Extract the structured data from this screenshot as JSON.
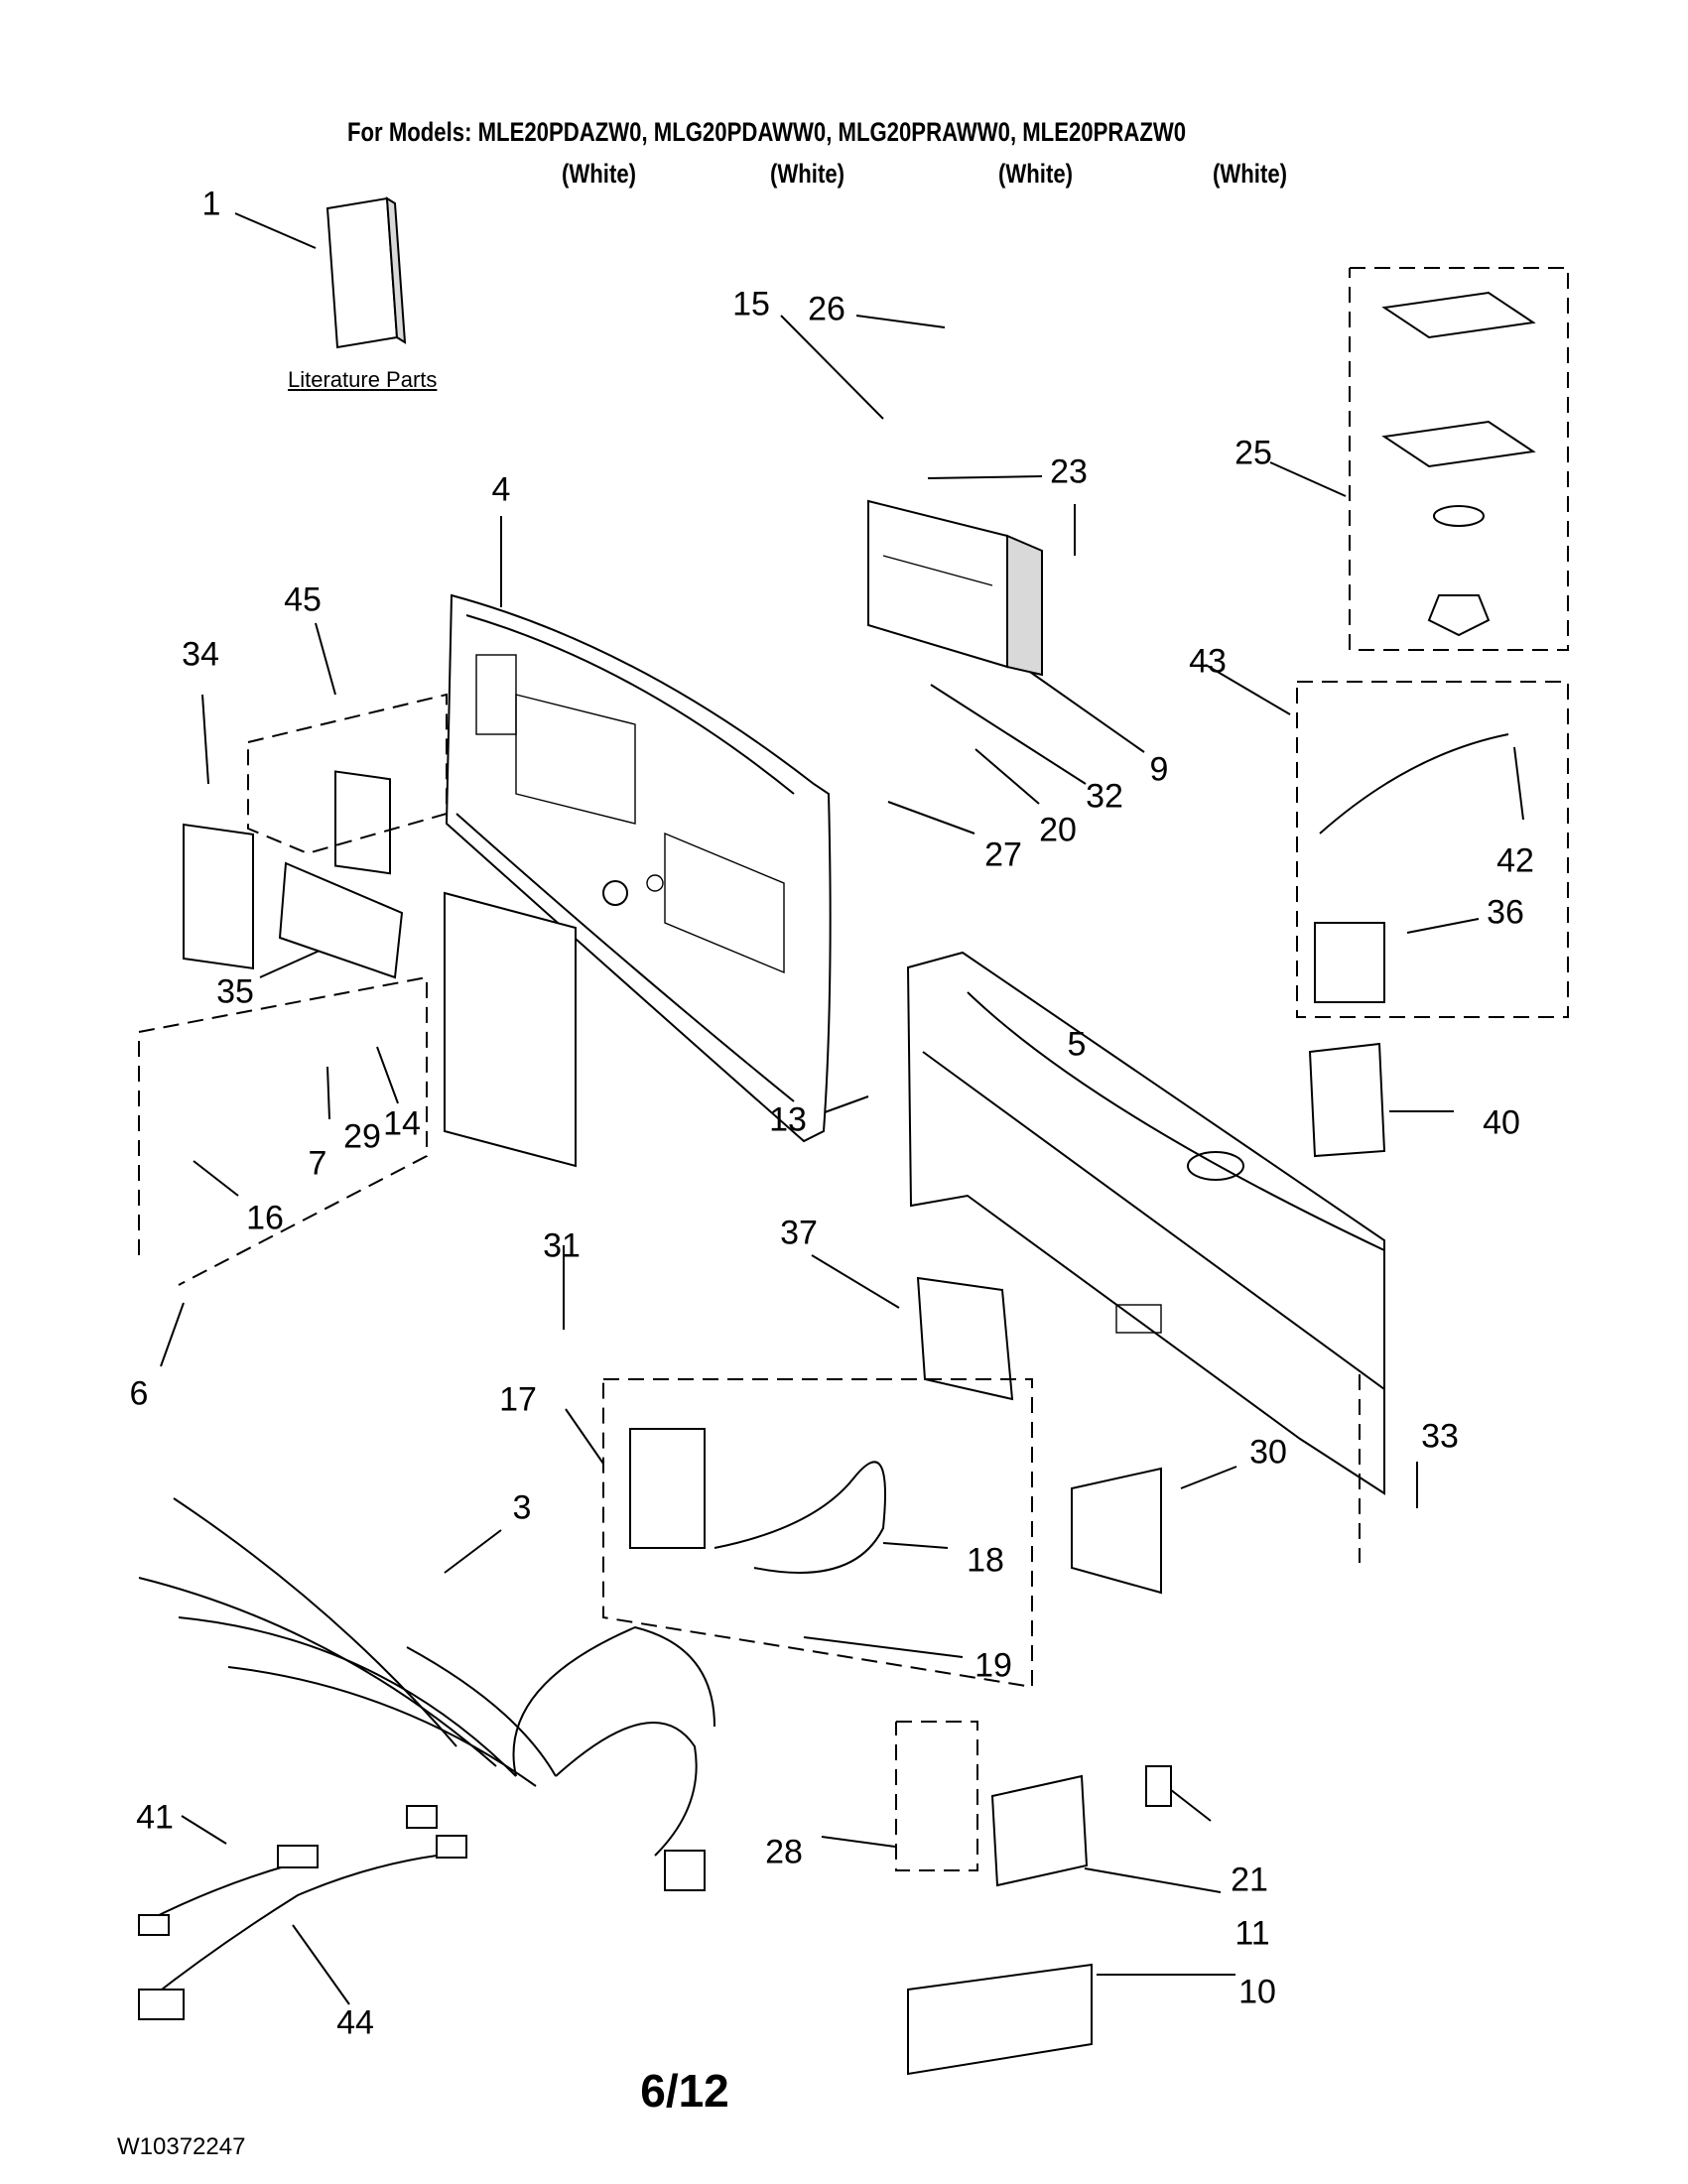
{
  "header": {
    "models_line": "For Models: MLE20PDAZW0, MLG20PDAWW0, MLG20PRAWW0, MLE20PRAZW0",
    "colors": [
      "(White)",
      "(White)",
      "(White)",
      "(White)"
    ]
  },
  "literature_label": "Literature Parts",
  "callouts": [
    "1",
    "26",
    "15",
    "23",
    "23",
    "25",
    "4",
    "45",
    "34",
    "9",
    "32",
    "20",
    "27",
    "43",
    "42",
    "36",
    "35",
    "5",
    "14",
    "29",
    "7",
    "16",
    "13",
    "40",
    "31",
    "37",
    "6",
    "17",
    "3",
    "30",
    "33",
    "18",
    "19",
    "41",
    "28",
    "21",
    "11",
    "10",
    "44"
  ],
  "page_number": "6/12",
  "doc_number": "W10372247"
}
